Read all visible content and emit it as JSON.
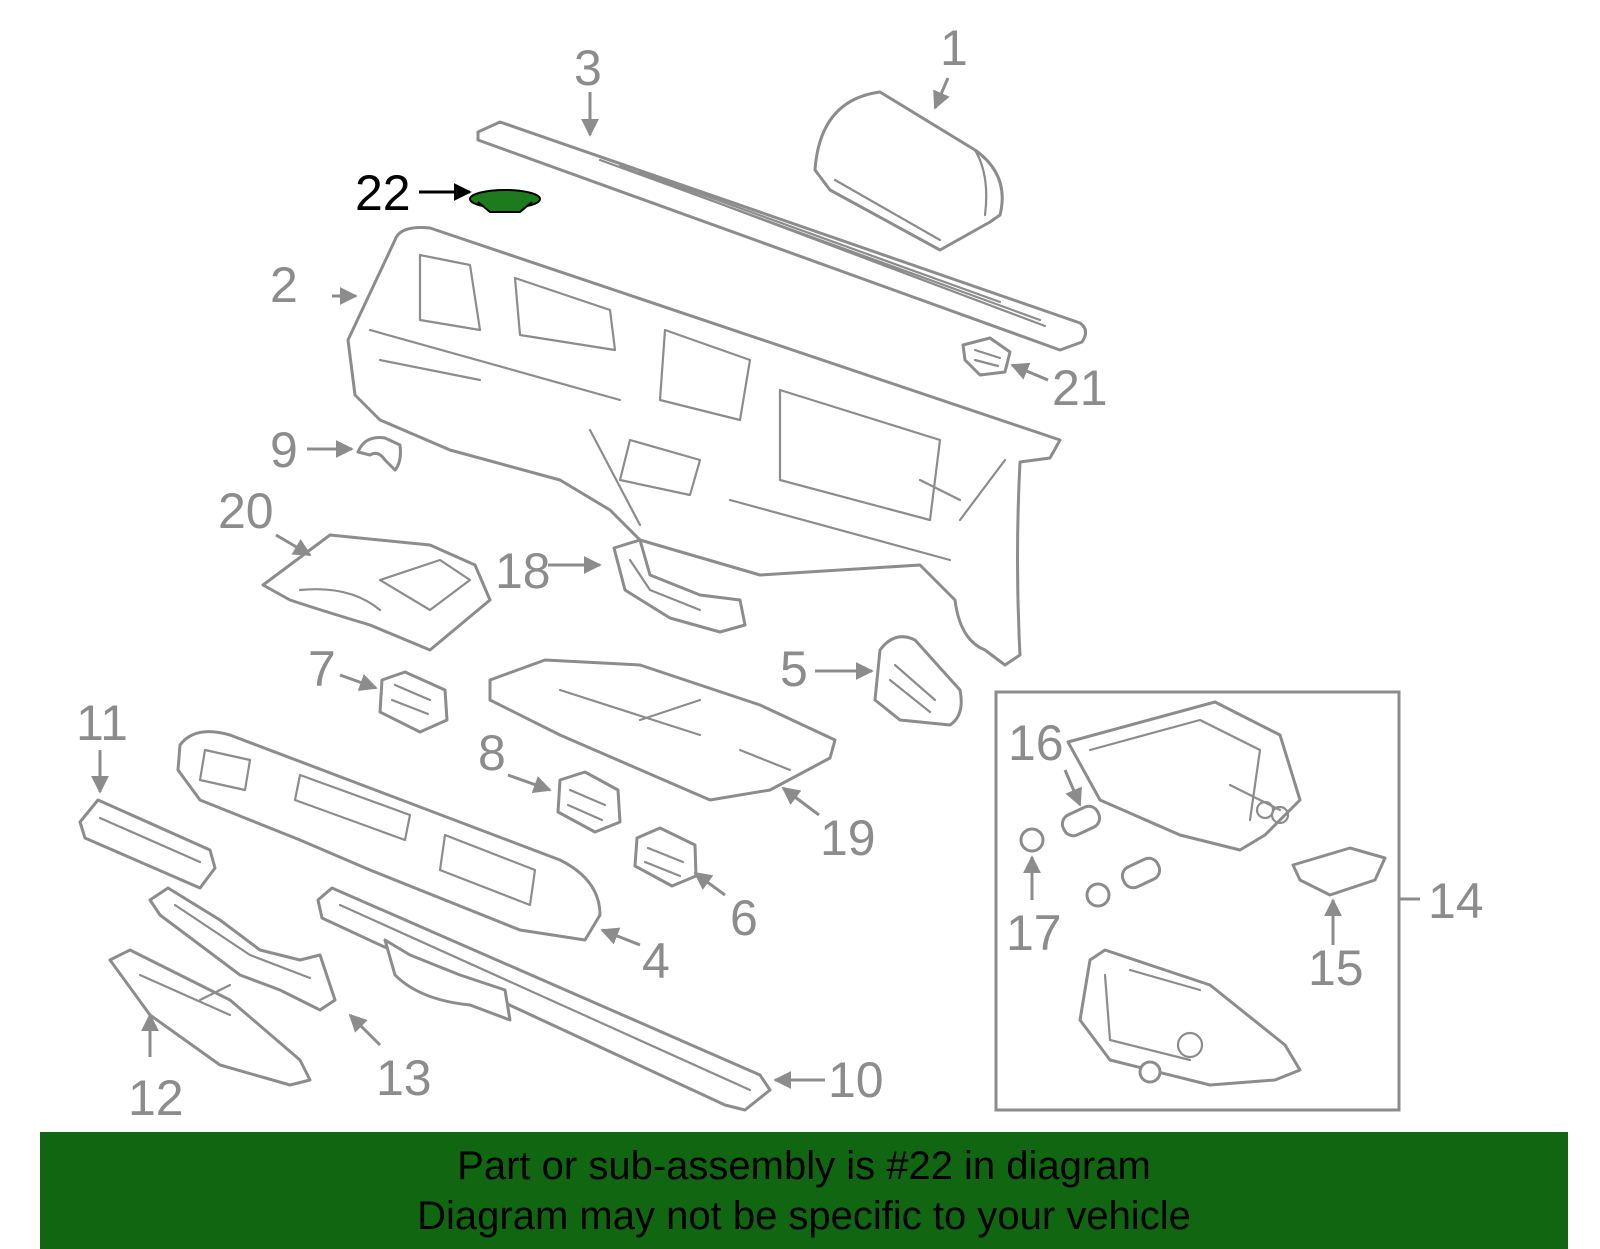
{
  "callouts": [
    "1",
    "2",
    "3",
    "4",
    "5",
    "6",
    "7",
    "8",
    "9",
    "10",
    "11",
    "12",
    "13",
    "14",
    "15",
    "16",
    "17",
    "18",
    "19",
    "20",
    "21",
    "22"
  ],
  "highlight": {
    "label": "22",
    "color": "#1d7a1d"
  },
  "banner": {
    "line1": "Part or sub-assembly is #22 in diagram",
    "line2": "Diagram may not be specific to your vehicle",
    "background": "#116611"
  }
}
